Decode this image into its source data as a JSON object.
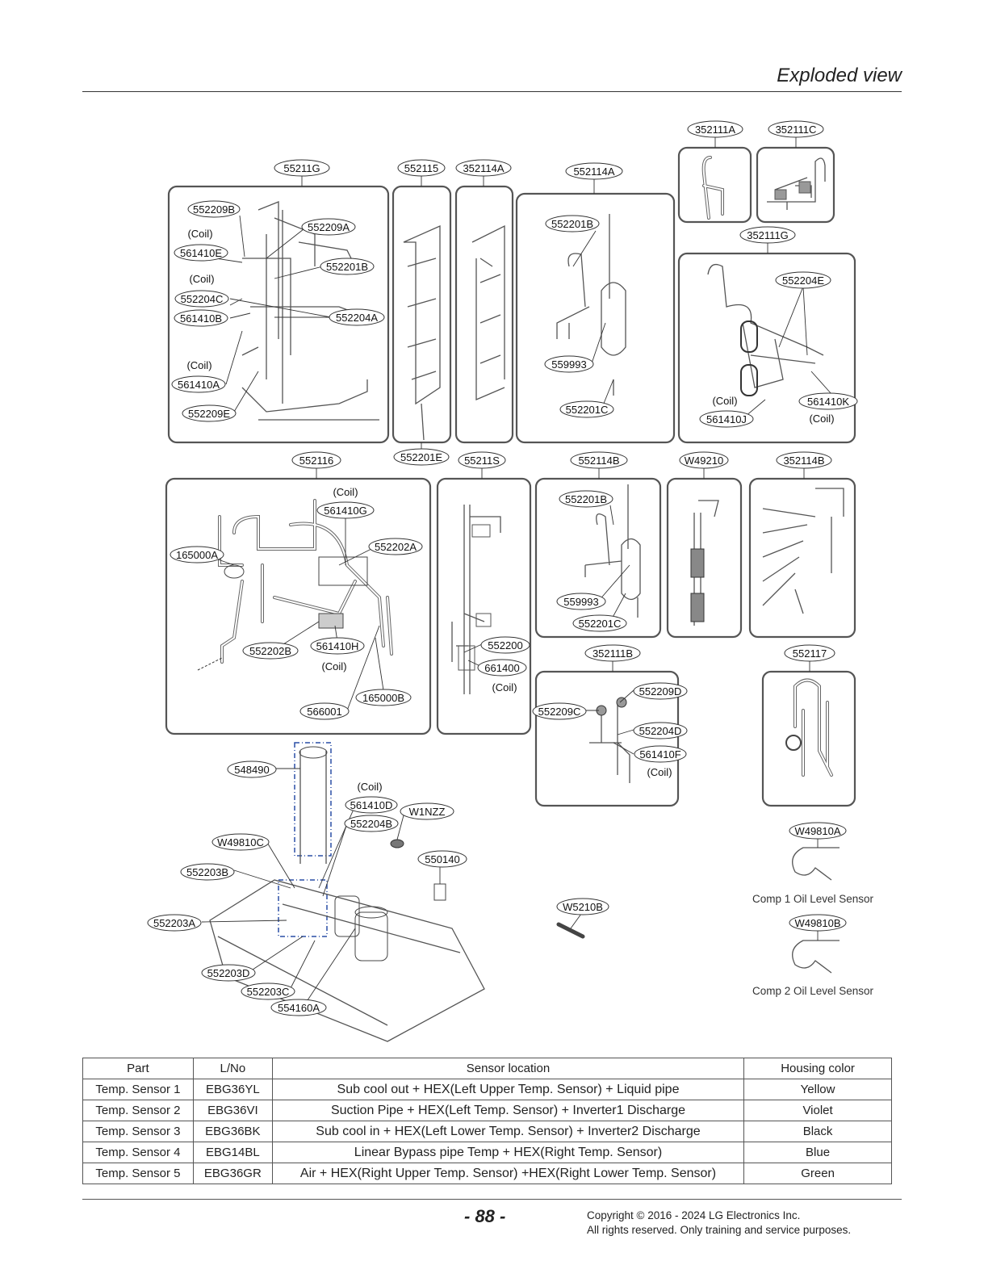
{
  "header": {
    "title": "Exploded view"
  },
  "diagram": {
    "labels": {
      "l352111A": "352111A",
      "l352111C": "352111C",
      "l352111G": "352111G",
      "l55211G": "55211G",
      "l552115": "552115",
      "l352114A": "352114A",
      "l552114A": "552114A",
      "l552209B": "552209B",
      "l552209A": "552209A",
      "l561410E": "561410E",
      "l552201B": "552201B",
      "l552204C": "552204C",
      "l561410B": "561410B",
      "l552204A": "552204A",
      "l561410A": "561410A",
      "l552209E": "552209E",
      "l552201B_r": "552201B",
      "l559993": "559993",
      "l552201C": "552201C",
      "l552204E": "552204E",
      "l561410K": "561410K",
      "l561410J": "561410J",
      "l552201E": "552201E",
      "l552116": "552116",
      "l55211S": "55211S",
      "l552114B": "552114B",
      "lW49210": "W49210",
      "l352114B": "352114B",
      "l561410G": "561410G",
      "l165000A": "165000A",
      "l552202A": "552202A",
      "l552202B": "552202B",
      "l561410H": "561410H",
      "l165000B": "165000B",
      "l566001": "566001",
      "l552201B_b": "552201B",
      "l559993_b": "559993",
      "l552201C_b": "552201C",
      "l552200": "552200",
      "l661400": "661400",
      "l352111B": "352111B",
      "l552117": "552117",
      "l552209D": "552209D",
      "l552209C": "552209C",
      "l552204D": "552204D",
      "l561410F": "561410F",
      "l548490": "548490",
      "l561410D": "561410D",
      "lW1NZZ": "W1NZZ",
      "l552204B": "552204B",
      "lW49810C": "W49810C",
      "l550140": "550140",
      "l552203B": "552203B",
      "l552203A": "552203A",
      "lW5210B": "W5210B",
      "l552203D": "552203D",
      "l552203C": "552203C",
      "l554160A": "554160A",
      "lW49810A": "W49810A",
      "lW49810B": "W49810B"
    },
    "coil_text": "(Coil)",
    "captions": {
      "comp1": "Comp 1 Oil Level Sensor",
      "comp2": "Comp 2 Oil Level Sensor"
    }
  },
  "table": {
    "headers": [
      "Part",
      "L/No",
      "Sensor location",
      "Housing color"
    ],
    "rows": [
      [
        "Temp. Sensor 1",
        "EBG36YL",
        "Sub cool out + HEX(Left Upper Temp. Sensor) + Liquid pipe",
        "Yellow"
      ],
      [
        "Temp. Sensor 2",
        "EBG36VI",
        "Suction Pipe + HEX(Left Temp. Sensor) + Inverter1 Discharge",
        "Violet"
      ],
      [
        "Temp. Sensor 3",
        "EBG36BK",
        "Sub cool in + HEX(Left Lower Temp. Sensor) + Inverter2 Discharge",
        "Black"
      ],
      [
        "Temp. Sensor 4",
        "EBG14BL",
        "Linear Bypass pipe Temp + HEX(Right Temp. Sensor)",
        "Blue"
      ],
      [
        "Temp. Sensor 5",
        "EBG36GR",
        "Air + HEX(Right Upper Temp. Sensor) +HEX(Right Lower Temp. Sensor)",
        "Green"
      ]
    ]
  },
  "footer": {
    "page_number": "- 88 -",
    "copyright_line1": "Copyright © 2016 - 2024 LG Electronics Inc.",
    "copyright_line2": "All rights reserved. Only training and service purposes."
  }
}
